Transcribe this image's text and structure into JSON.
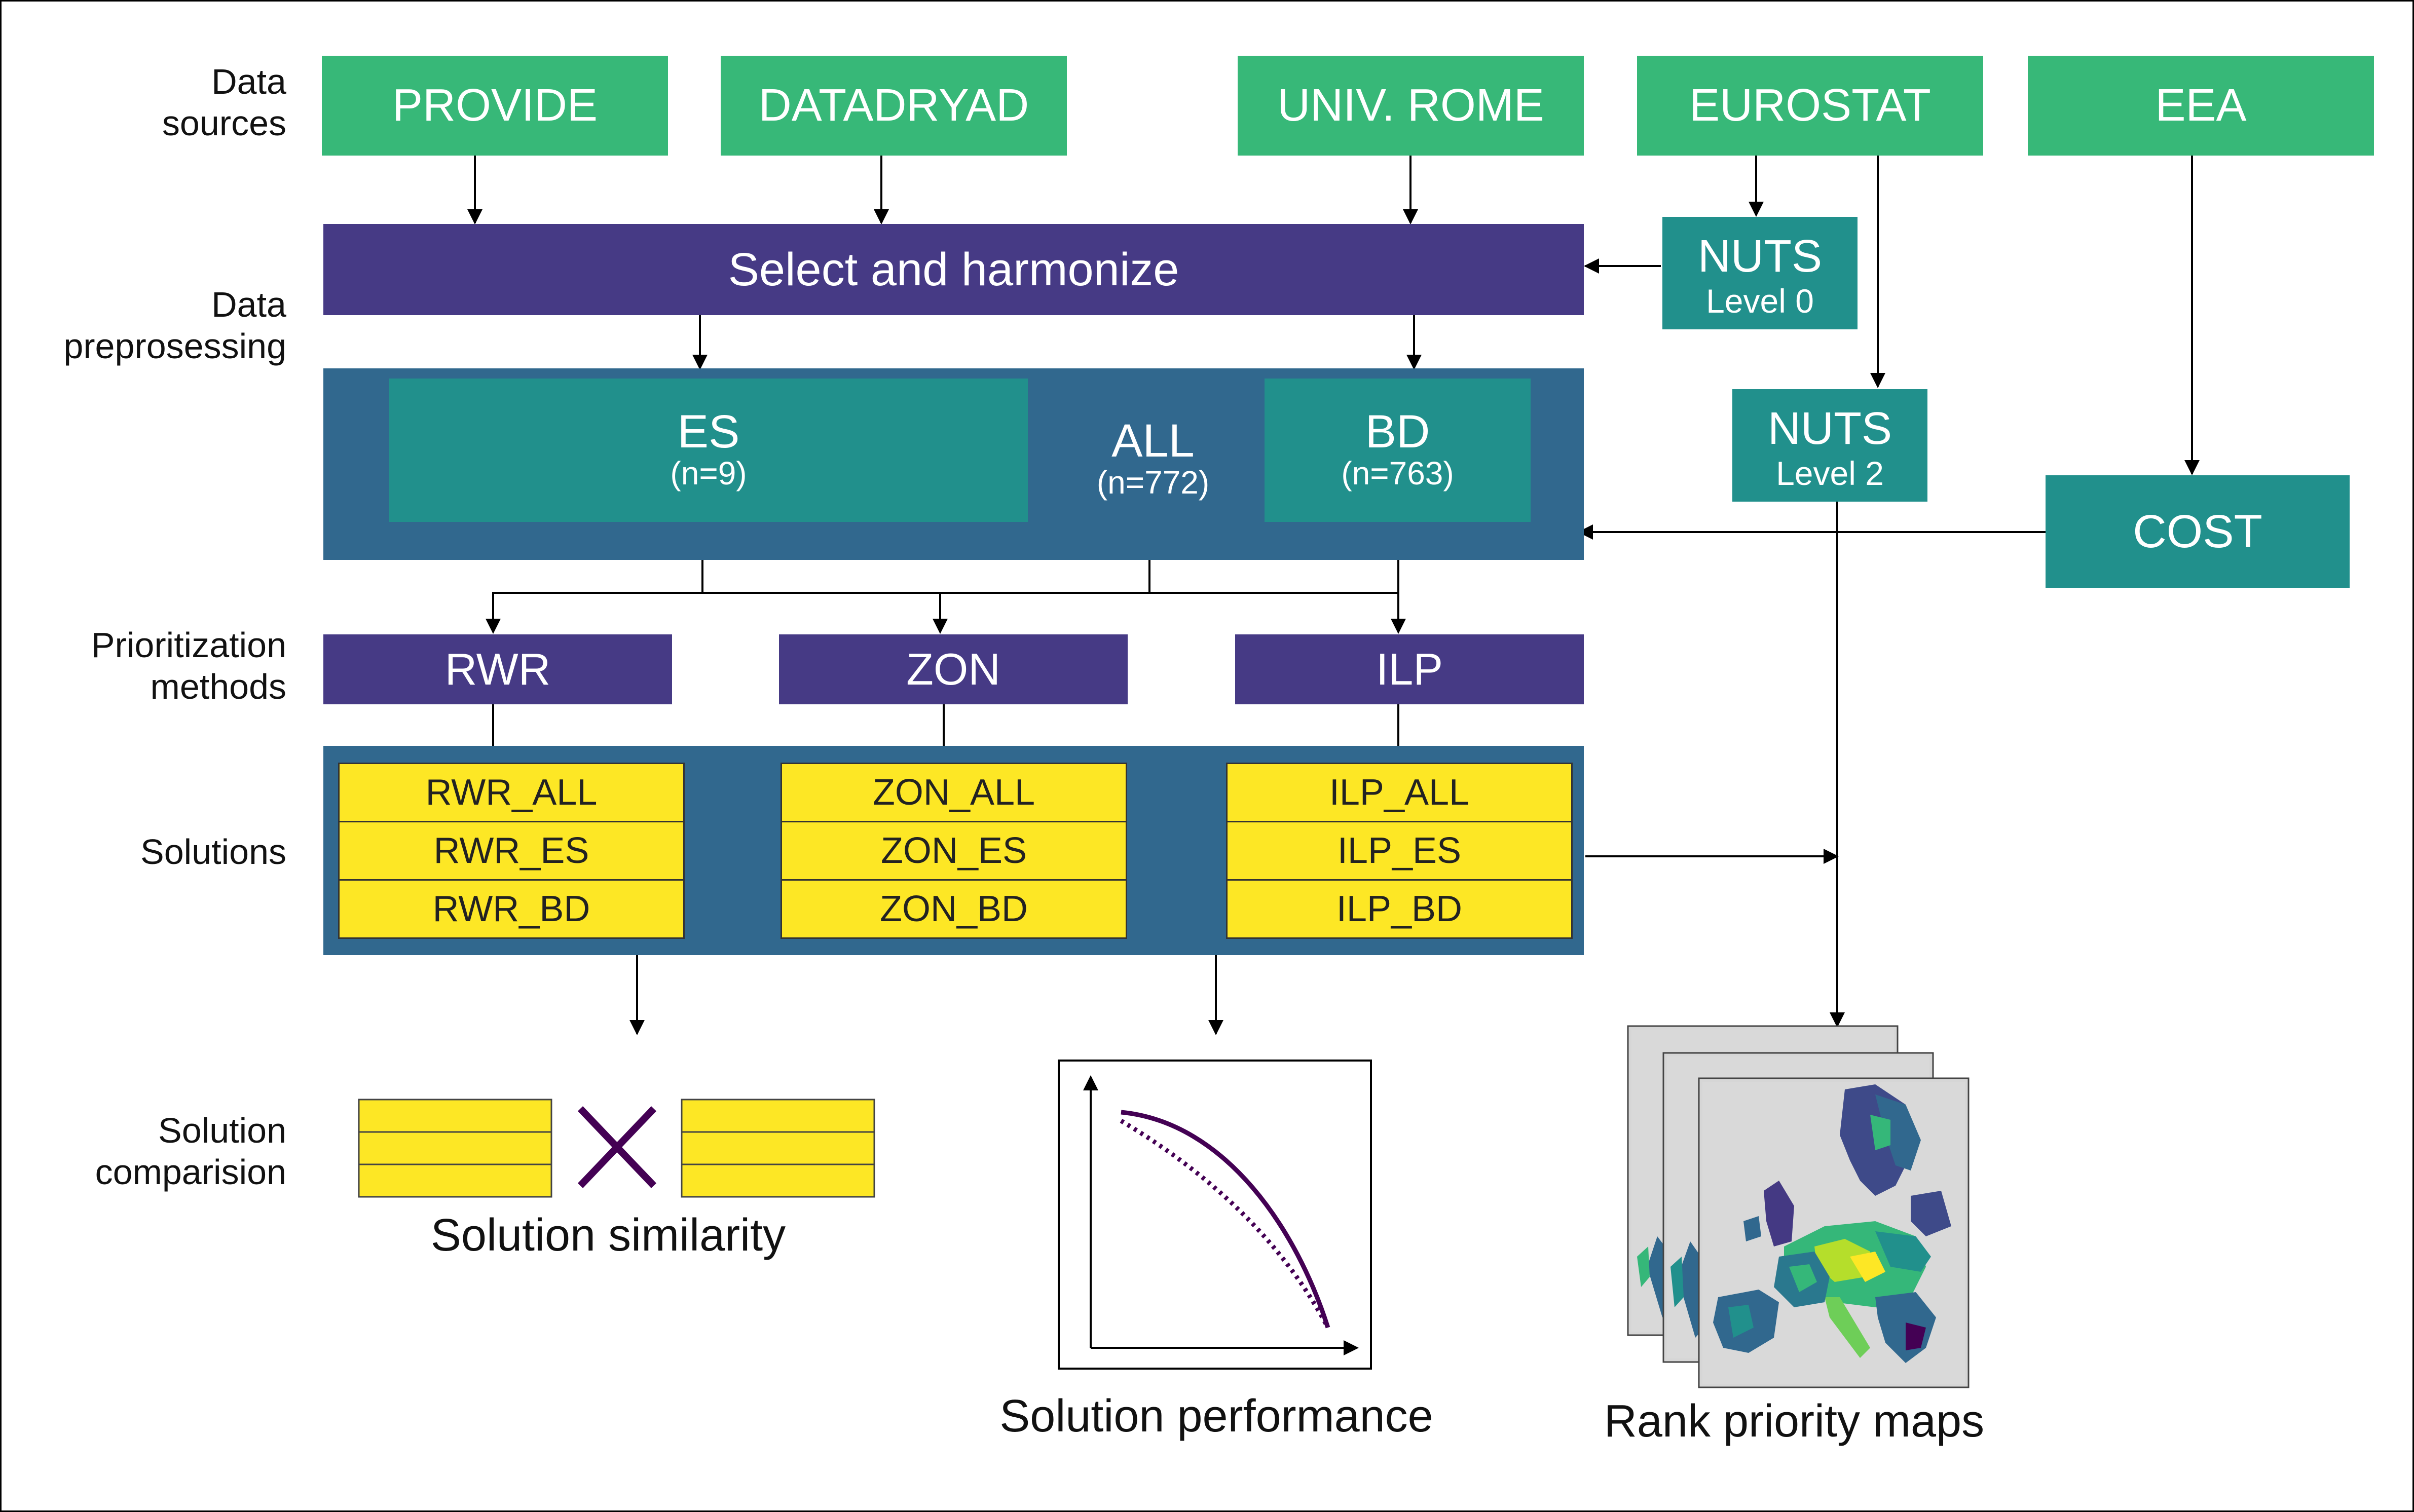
{
  "labels": {
    "data_sources": [
      "Data",
      "sources"
    ],
    "data_preprocessing": [
      "Data",
      "preprosessing"
    ],
    "prioritization_methods": [
      "Prioritization",
      "methods"
    ],
    "solutions": "Solutions",
    "solution_comparison": [
      "Solution",
      "comparision"
    ]
  },
  "sources": {
    "provide": "PROVIDE",
    "datadryad": "DATADRYAD",
    "univ_rome": "UNIV. ROME",
    "eurostat": "EUROSTAT",
    "eea": "EEA"
  },
  "preprocess": {
    "select_harmonize": "Select and harmonize",
    "nuts0": {
      "title": "NUTS",
      "level": "Level 0"
    },
    "nuts2": {
      "title": "NUTS",
      "level": "Level 2"
    },
    "cost": "COST"
  },
  "datasets": {
    "es": {
      "name": "ES",
      "n": "(n=9)"
    },
    "all": {
      "name": "ALL",
      "n": "(n=772)"
    },
    "bd": {
      "name": "BD",
      "n": "(n=763)"
    }
  },
  "methods": {
    "rwr": "RWR",
    "zon": "ZON",
    "ilp": "ILP"
  },
  "solutions": {
    "rwr": [
      "RWR_ALL",
      "RWR_ES",
      "RWR_BD"
    ],
    "zon": [
      "ZON_ALL",
      "ZON_ES",
      "ZON_BD"
    ],
    "ilp": [
      "ILP_ALL",
      "ILP_ES",
      "ILP_BD"
    ]
  },
  "outputs": {
    "similarity": "Solution similarity",
    "performance": "Solution performance",
    "maps": "Rank priority maps"
  },
  "colors": {
    "source_green": "#37b878",
    "purple": "#463a85",
    "teal": "#21908c",
    "blue": "#31688e",
    "yellow": "#fde725",
    "curve": "#440154"
  }
}
